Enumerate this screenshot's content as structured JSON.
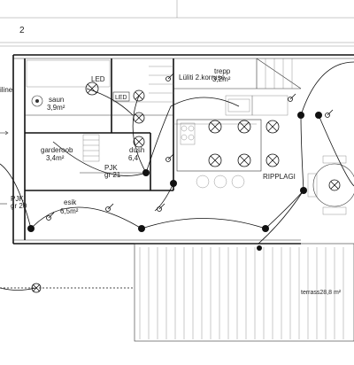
{
  "sheet_number": "2",
  "rooms": {
    "saun": {
      "name": "saun",
      "area": "3,9m²"
    },
    "garderoob": {
      "name": "garderoob",
      "area": "3,4m²"
    },
    "dush": {
      "name": "dush",
      "area": "6,4"
    },
    "esik": {
      "name": "esik",
      "area": "6,5m²"
    },
    "trepp": {
      "name": "trepp",
      "area": "3,2m²"
    },
    "terrass": {
      "name": "terrass28,8 m²"
    }
  },
  "labels": {
    "left_edge": "iline",
    "led_1": "LED",
    "led_2": "LED",
    "switch_note": "Lüliti 2.korruse",
    "ripplagi": "RIPPLAGI",
    "pjk_1_a": "PJK",
    "pjk_1_b": "gr 21",
    "pjk_2_a": "PJK",
    "pjk_2_b": "gr 20"
  }
}
